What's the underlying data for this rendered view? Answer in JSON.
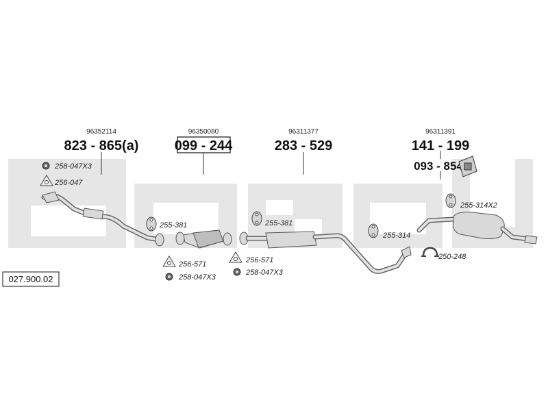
{
  "watermark": {
    "text": "bosal",
    "color": "#e4e4e4"
  },
  "reference_number": "027.900.02",
  "groups": [
    {
      "oe_number": "96352114",
      "part_number": "823 - 865(a)",
      "boxed": false
    },
    {
      "oe_number": "96350080",
      "part_number": "099 - 244",
      "boxed": true
    },
    {
      "oe_number": "96311377",
      "part_number": "283 - 529",
      "boxed": false
    },
    {
      "oe_number": "96311391",
      "part_number": "141 - 199",
      "boxed": false
    }
  ],
  "extra_part_number": "093 - 854",
  "accessories": [
    {
      "label": "258-047X3",
      "icon": "nut-icon"
    },
    {
      "label": "256-047",
      "icon": "gasket-icon"
    },
    {
      "label": "255-381",
      "icon": "rubber-mount-icon"
    },
    {
      "label": "256-571",
      "icon": "gasket-icon"
    },
    {
      "label": "258-047X3",
      "icon": "nut-icon"
    },
    {
      "label": "255-381",
      "icon": "rubber-mount-icon"
    },
    {
      "label": "256-571",
      "icon": "gasket-icon"
    },
    {
      "label": "258-047X3",
      "icon": "nut-icon"
    },
    {
      "label": "255-314",
      "icon": "rubber-mount-icon"
    },
    {
      "label": "255-314X2",
      "icon": "rubber-mount-icon"
    },
    {
      "label": "250-248",
      "icon": "clamp-icon"
    }
  ]
}
